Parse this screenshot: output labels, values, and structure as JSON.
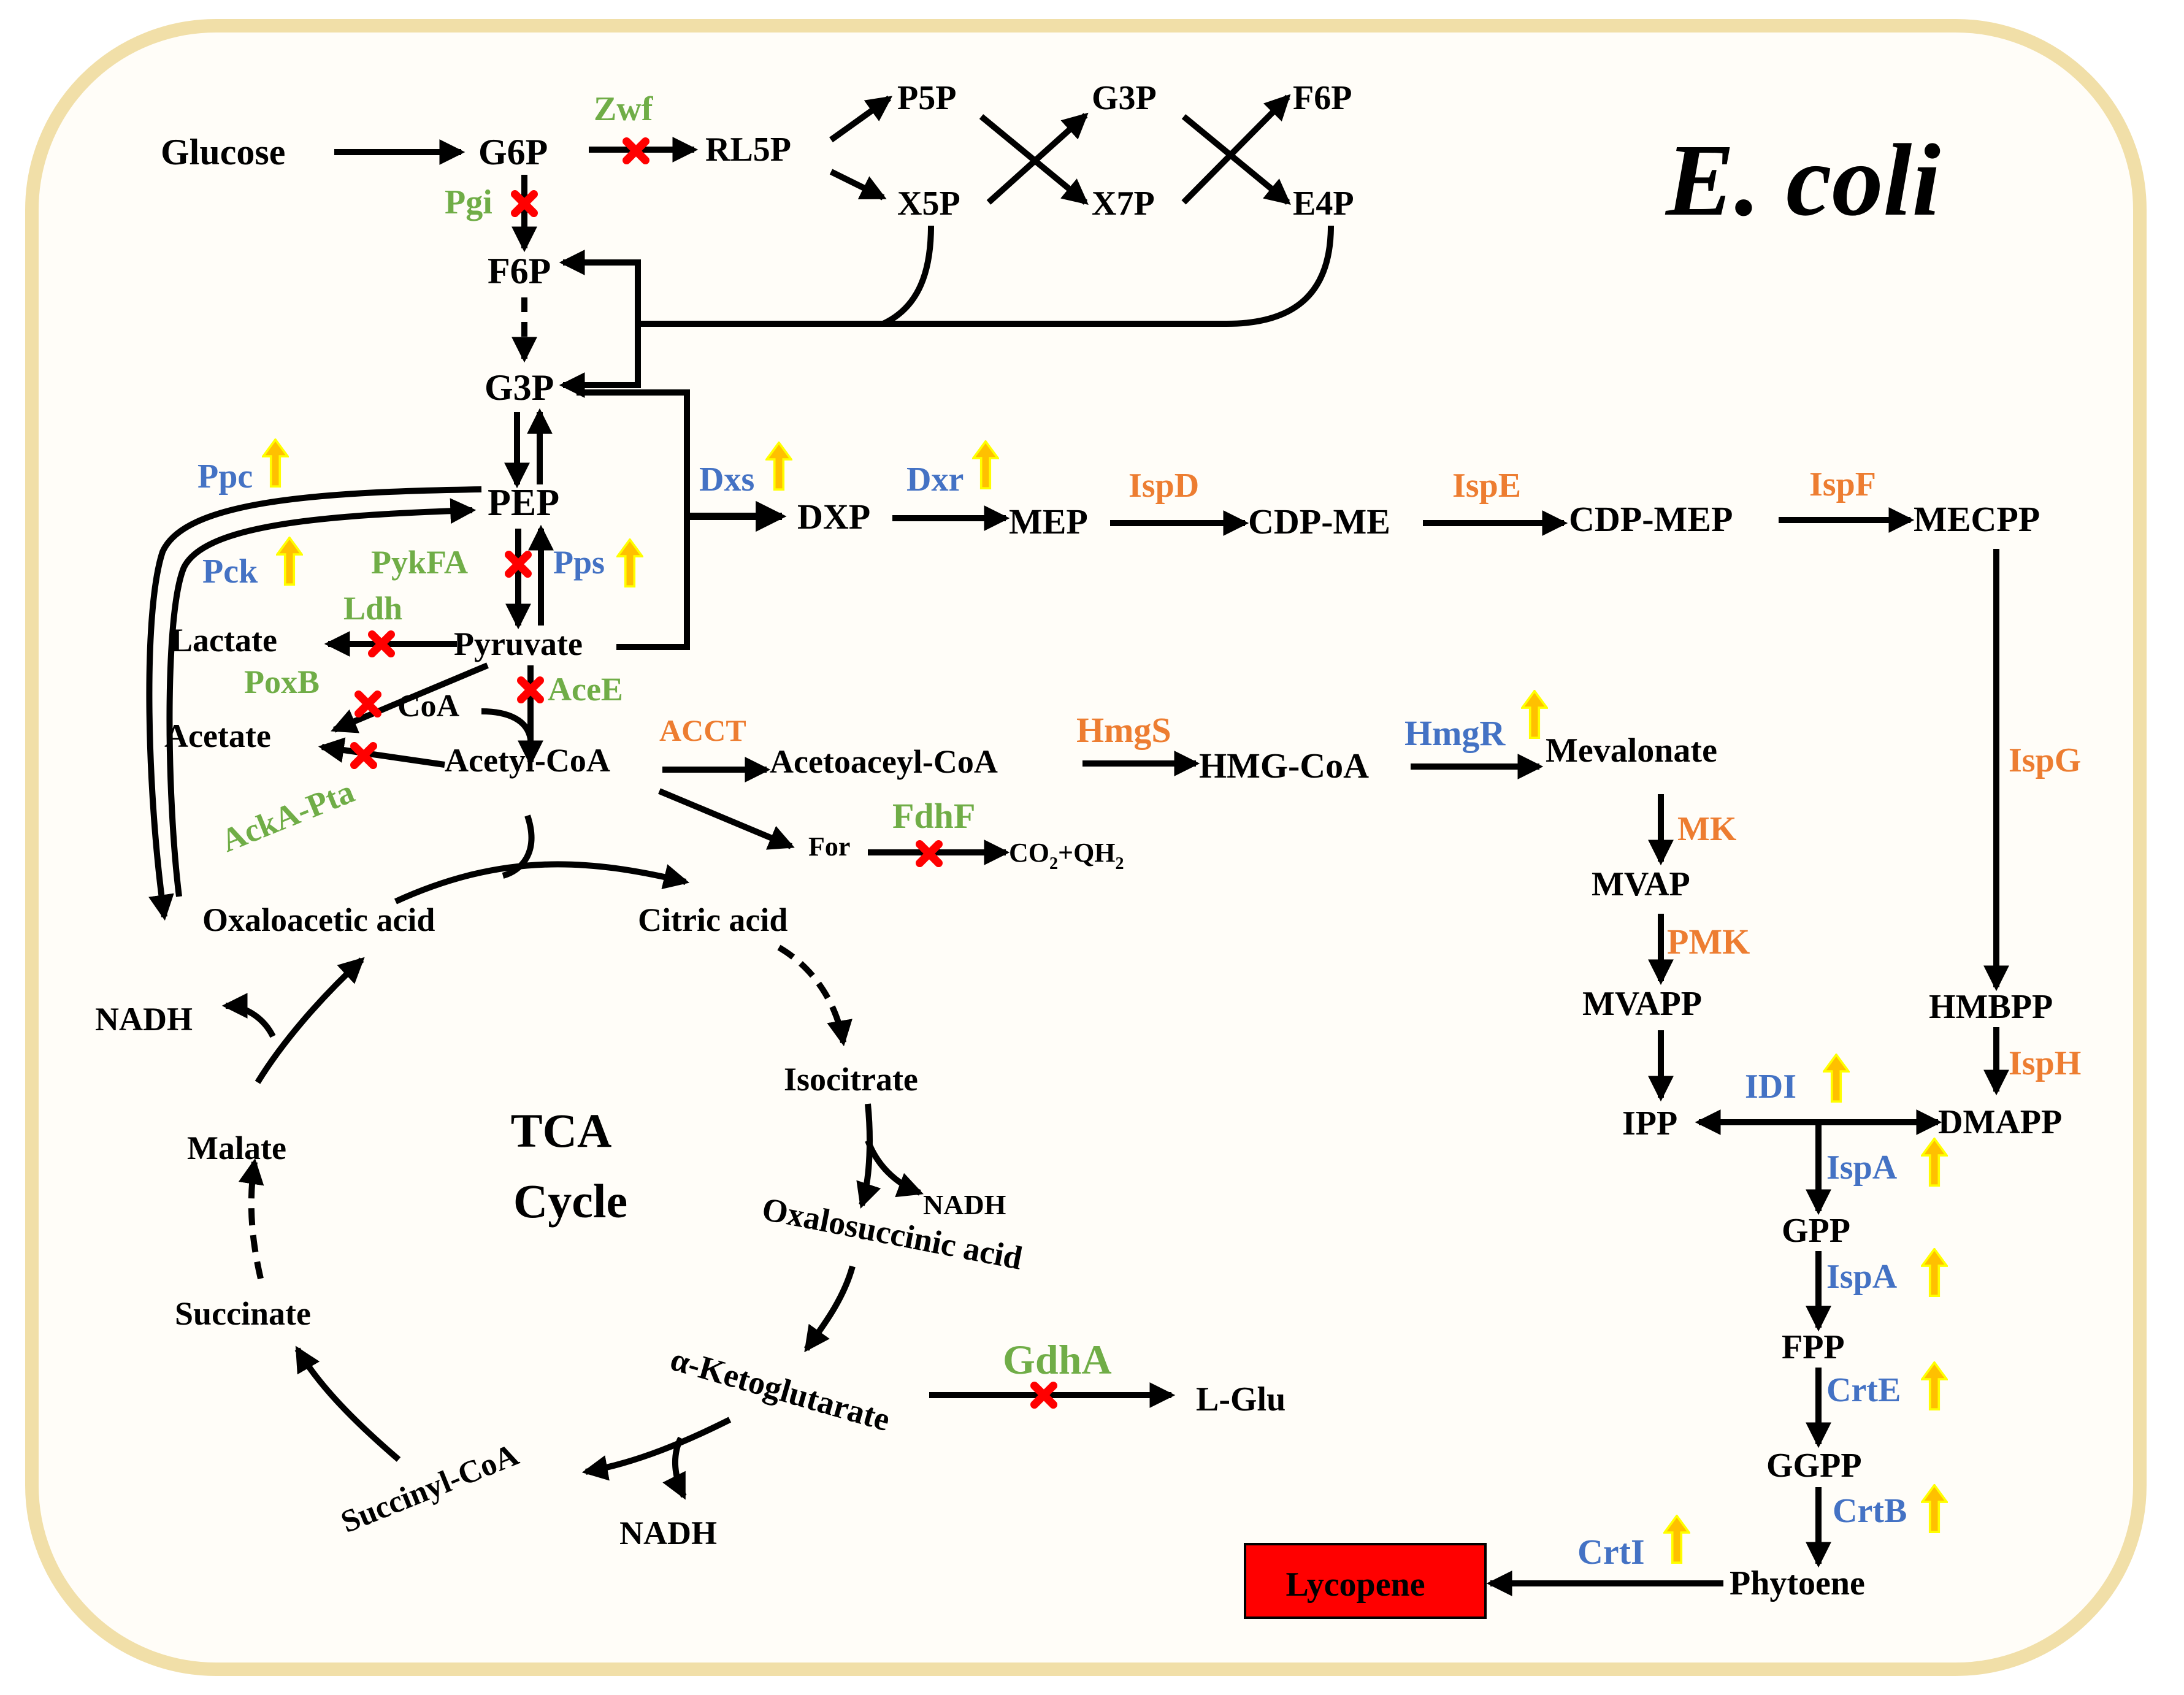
{
  "colors": {
    "knockout": "#70AD47",
    "overexpressed": "#4472C4",
    "heterologous": "#ED7D31",
    "membrane_fill": "#FFFDF8",
    "membrane_border": "#F1DFA8",
    "up_arrow_fill": "#FFC000",
    "up_arrow_outline": "#FFFF00",
    "knockout_mark": "#FF0000",
    "product_box": "#FF0000"
  },
  "icons": {
    "knockout": "red-cross-icon",
    "overexpression": "up-arrow-icon"
  },
  "title": "E. coli",
  "tca_label": {
    "line1": "TCA",
    "line2": "Cycle"
  },
  "product": "Lycopene",
  "co2_text": {
    "a": "CO",
    "b": "2",
    "c": "+QH",
    "d": "2"
  },
  "metabolites": {
    "glucose": "Glucose",
    "g6p": "G6P",
    "rl5p": "RL5P",
    "p5p": "P5P",
    "x5p": "X5P",
    "g3p_ppp": "G3P",
    "x7p": "X7P",
    "f6p_ppp": "F6P",
    "e4p": "E4P",
    "f6p": "F6P",
    "g3p": "G3P",
    "pep": "PEP",
    "pyruvate": "Pyruvate",
    "lactate": "Lactate",
    "acetate": "Acetate",
    "coa": "CoA",
    "acetyl_coa": "Acetyl-CoA",
    "for": "For",
    "oxaloacetic_acid": "Oxaloacetic acid",
    "citric_acid": "Citric acid",
    "isocitrate": "Isocitrate",
    "oxalosuccinic_acid": "Oxalosuccinic acid",
    "a_ketoglutarate": "α-Ketoglutarate",
    "l_glu": "L-Glu",
    "succinyl_coa": "Succinyl-CoA",
    "succinate": "Succinate",
    "malate": "Malate",
    "nadh_1": "NADH",
    "nadh_2": "NADH",
    "nadh_3": "NADH",
    "dxp": "DXP",
    "mep": "MEP",
    "cdp_me": "CDP-ME",
    "cdp_mep": "CDP-MEP",
    "mecpp": "MECPP",
    "hmbpp": "HMBPP",
    "acetoacetyl_coa": "Acetoaceyl-CoA",
    "hmg_coa": "HMG-CoA",
    "mevalonate": "Mevalonate",
    "mvap": "MVAP",
    "mvapp": "MVAPP",
    "ipp": "IPP",
    "dmapp": "DMAPP",
    "gpp": "GPP",
    "fpp": "FPP",
    "ggpp": "GGPP",
    "phytoene": "Phytoene"
  },
  "enzymes": {
    "zwf": "Zwf",
    "pgi": "Pgi",
    "ppc": "Ppc",
    "pck": "Pck",
    "pykfa": "PykFA",
    "pps": "Pps",
    "ldh": "Ldh",
    "poxb": "PoxB",
    "acee": "AceE",
    "ackapta": "AckA-Pta",
    "fdhf": "FdhF",
    "gdha": "GdhA",
    "dxs": "Dxs",
    "dxr": "Dxr",
    "ispd": "IspD",
    "ispe": "IspE",
    "ispf": "IspF",
    "ispg": "IspG",
    "isph": "IspH",
    "acct": "ACCT",
    "hmgs": "HmgS",
    "hmgr": "HmgR",
    "mk": "MK",
    "pmk": "PMK",
    "idi": "IDI",
    "ispa_1": "IspA",
    "ispa_2": "IspA",
    "crte": "CrtE",
    "crtb": "CrtB",
    "crti": "CrtI"
  }
}
